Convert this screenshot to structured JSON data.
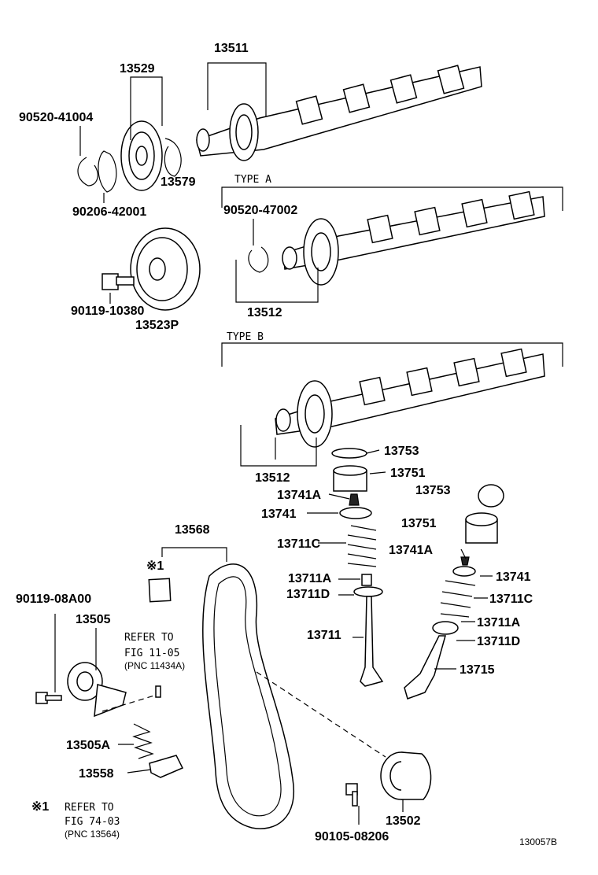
{
  "parts": {
    "p13511": "13511",
    "p13529": "13529",
    "p90520_41004": "90520-41004",
    "p13579": "13579",
    "p90206_42001": "90206-42001",
    "typeA": "TYPE A",
    "p90520_47002": "90520-47002",
    "p13512a": "13512",
    "p90119_10380": "90119-10380",
    "p13523P": "13523P",
    "typeB": "TYPE B",
    "p13512b": "13512",
    "p13753a": "13753",
    "p13751a": "13751",
    "p13741Aa": "13741A",
    "p13753b": "13753",
    "p13741a": "13741",
    "p13751b": "13751",
    "p13568": "13568",
    "p13711Ca": "13711C",
    "p13741Ab": "13741A",
    "note1": "※1",
    "p13711Aa": "13711A",
    "p13741b": "13741",
    "p13711Da": "13711D",
    "p13711Cb": "13711C",
    "p90119_08A00": "90119-08A00",
    "p13505": "13505",
    "p13711Ab": "13711A",
    "refer1": "REFER TO",
    "fig1105": "FIG 11-05",
    "pnc11434A": "(PNC 11434A)",
    "p13711": "13711",
    "p13711Db": "13711D",
    "p13715": "13715",
    "p13505A": "13505A",
    "p13558": "13558",
    "foot_mark": "※1",
    "foot_refer": "REFER TO",
    "fig7403": "FIG 74-03",
    "pnc13564": "(PNC 13564)",
    "p13502": "13502",
    "p90105_08206": "90105-08206",
    "figure_id": "130057B"
  }
}
